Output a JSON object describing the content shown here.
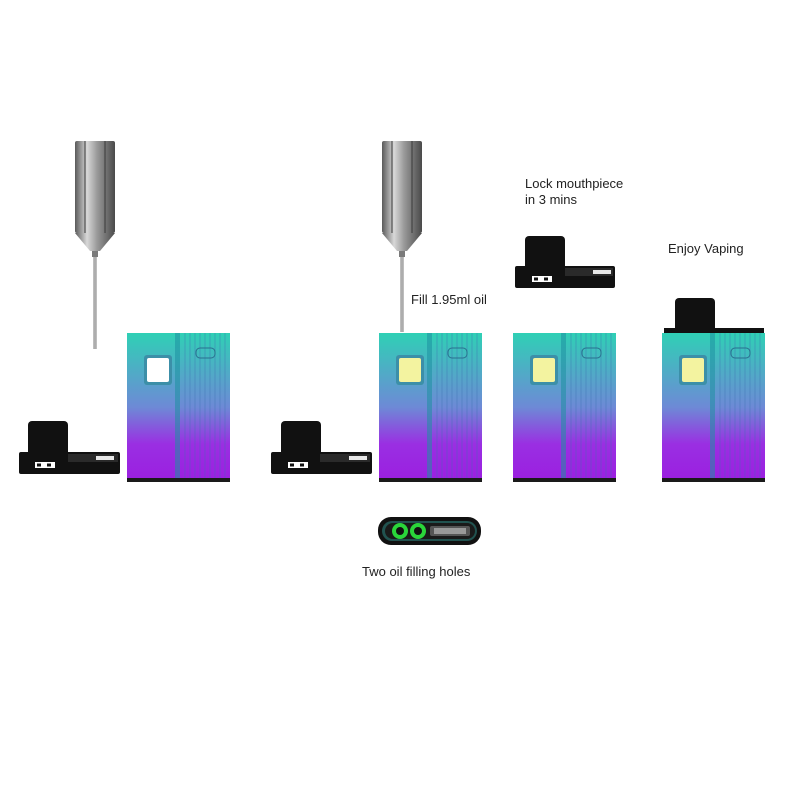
{
  "steps": {
    "fill_label": "Fill 1.95ml oil",
    "lock_label": "Lock mouthpiece in 3 mins",
    "enjoy_label": "Enjoy Vaping",
    "holes_label": "Two oil filling holes"
  },
  "colors": {
    "device_top": "#2fd0b5",
    "device_bottom": "#9b1fe0",
    "screen_off": "#ffffff",
    "screen_on": "#f3f3a0",
    "cap": "#111111",
    "fill_hole_ring": "#2ad53a",
    "needle": "#8a8a8a"
  },
  "icons": [
    "syringe-icon",
    "pod-mouthpiece-icon",
    "vape-device-icon",
    "filling-holes-icon"
  ]
}
